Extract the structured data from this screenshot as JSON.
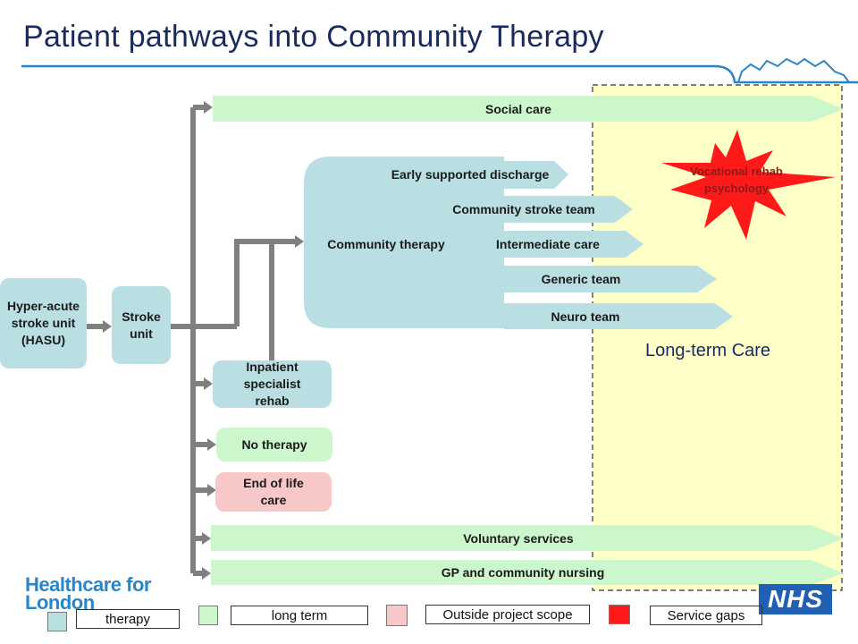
{
  "title": "Patient pathways into Community Therapy",
  "colors": {
    "therapy": "#b9dfe3",
    "long_term": "#ccf7cc",
    "outside_scope": "#f8c8c8",
    "service_gaps": "#ff1a1a",
    "long_term_care_zone": "#ffffc8",
    "title": "#1a2a5e",
    "accent": "#2b86c8"
  },
  "nodes": {
    "hasu": "Hyper-acute stroke unit (HASU)",
    "stroke_unit": "Stroke unit",
    "inpatient_rehab": "Inpatient specialist rehab",
    "no_therapy": "No therapy",
    "end_of_life": "End of life care",
    "community_therapy": "Community therapy"
  },
  "pathways": {
    "social_care": "Social care",
    "early_supported_discharge": "Early supported discharge",
    "community_stroke_team": "Community stroke team",
    "intermediate_care": "Intermediate care",
    "generic_team": "Generic team",
    "neuro_team": "Neuro team",
    "voluntary_services": "Voluntary services",
    "gp_community_nursing": "GP and community nursing"
  },
  "service_gap": "Vocational rehab psychology",
  "long_term_care": "Long-term Care",
  "legend": {
    "therapy": "therapy",
    "long_term": "long term",
    "outside_scope": "Outside project scope",
    "service_gaps": "Service gaps"
  },
  "logos": {
    "healthcare_for_london": "Healthcare for London",
    "nhs": "NHS"
  }
}
